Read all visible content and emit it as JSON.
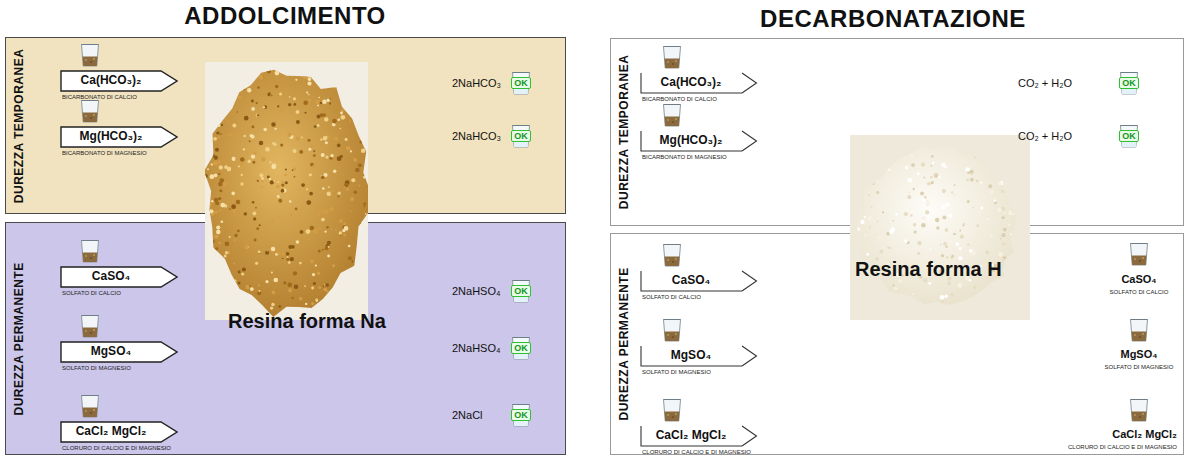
{
  "diagram": {
    "nodes": [
      {
        "text": [
          "DUREZZA TEMPORANEA"
        ]
      },
      {
        "text": [
          "Ca(HCO₃)₂",
          "BICARBONATO DI CALCIO"
        ],
        "in": 0
      },
      {
        "text": [
          "Mg(HCO₃)₂",
          "BICARBONATO DI MAGNESIO"
        ],
        "in": 0
      },
      {
        "text": [
          "DUREZZA PERMANENTE"
        ]
      },
      {
        "text": [
          "CaSO₄",
          "SOLFATO DI CALCIO"
        ],
        "in": 3
      },
      {
        "text": [
          "MgSO₄",
          "SOLFATO DI MAGNESIO"
        ],
        "in": 3
      },
      {
        "text": [
          "CaCl₂ MgCl₂",
          "CLORURO DI CALCIO E DI MAGNESIO"
        ],
        "in": 3
      },
      {
        "text": [
          "Resina forma Na"
        ]
      },
      {
        "text": [
          "DUREZZA TEMPORANEA"
        ]
      },
      {
        "text": [
          "Ca(HCO₃)₂",
          "BICARBONATO DI CALCIO"
        ],
        "in": 8
      },
      {
        "text": [
          "Mg(HCO₃)₂",
          "BICARBONATO DI MAGNESIO"
        ],
        "in": 8
      },
      {
        "text": [
          "DUREZZA PERMANENTE"
        ]
      },
      {
        "text": [
          "CaSO₄",
          "SOLFATO DI CALCIO"
        ],
        "in": 11
      },
      {
        "text": [
          "MgSO₄",
          "SOLFATO DI MAGNESIO"
        ],
        "in": 11
      },
      {
        "text": [
          "CaCl₂ MgCl₂",
          "CLORURO DI CALCIO E DI MAGNESIO"
        ],
        "in": 11
      },
      {
        "text": [
          "Resina forma H"
        ]
      }
    ],
    "labels": [
      "ADDOLCIMENTO",
      "2NaHCO₃",
      "OK",
      "2NaHCO₃",
      "OK",
      "2NaHSO₄",
      "OK",
      "2NaHSO₄",
      "OK",
      "2NaCl",
      "OK",
      "DECARBONATAZIONE",
      "CO₂ + H₂O",
      "OK",
      "CO₂ + H₂O",
      "OK",
      "CaSO₄",
      "SOLFATO DI CALCIO",
      "MgSO₄",
      "SOLFATO DI MAGNESIO",
      "CaCl₂ MgCl₂",
      "CLORURO DI CALCIO E DI MAGNESIO"
    ]
  }
}
